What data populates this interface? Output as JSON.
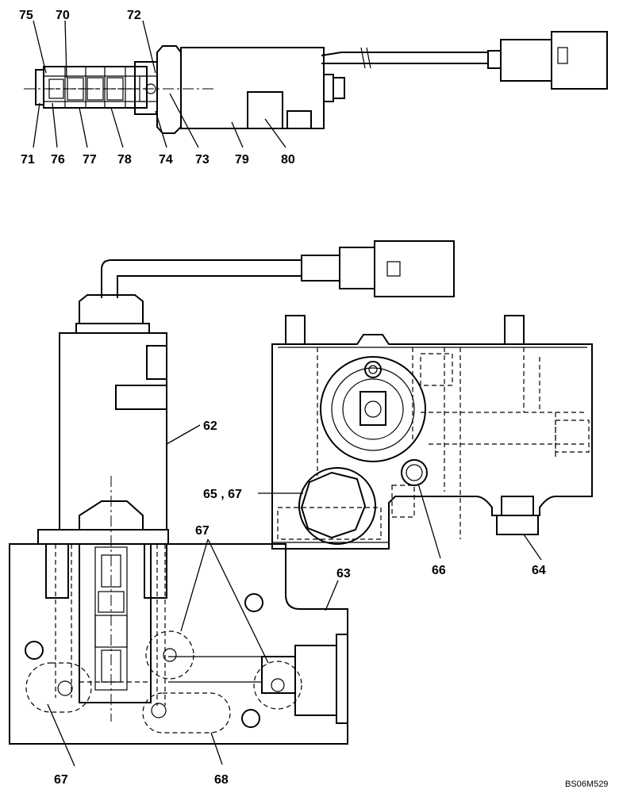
{
  "diagram": {
    "part_labels": [
      {
        "id": "75",
        "text": "75"
      },
      {
        "id": "70",
        "text": "70"
      },
      {
        "id": "72",
        "text": "72"
      },
      {
        "id": "71",
        "text": "71"
      },
      {
        "id": "76",
        "text": "76"
      },
      {
        "id": "77",
        "text": "77"
      },
      {
        "id": "78",
        "text": "78"
      },
      {
        "id": "74",
        "text": "74"
      },
      {
        "id": "73",
        "text": "73"
      },
      {
        "id": "79",
        "text": "79"
      },
      {
        "id": "80",
        "text": "80"
      },
      {
        "id": "62",
        "text": "62"
      },
      {
        "id": "65_67",
        "text": "65 , 67"
      },
      {
        "id": "67a",
        "text": "67"
      },
      {
        "id": "63",
        "text": "63"
      },
      {
        "id": "66",
        "text": "66"
      },
      {
        "id": "64",
        "text": "64"
      },
      {
        "id": "67b",
        "text": "67"
      },
      {
        "id": "68",
        "text": "68"
      }
    ],
    "drawing_code": "BS06M529"
  }
}
